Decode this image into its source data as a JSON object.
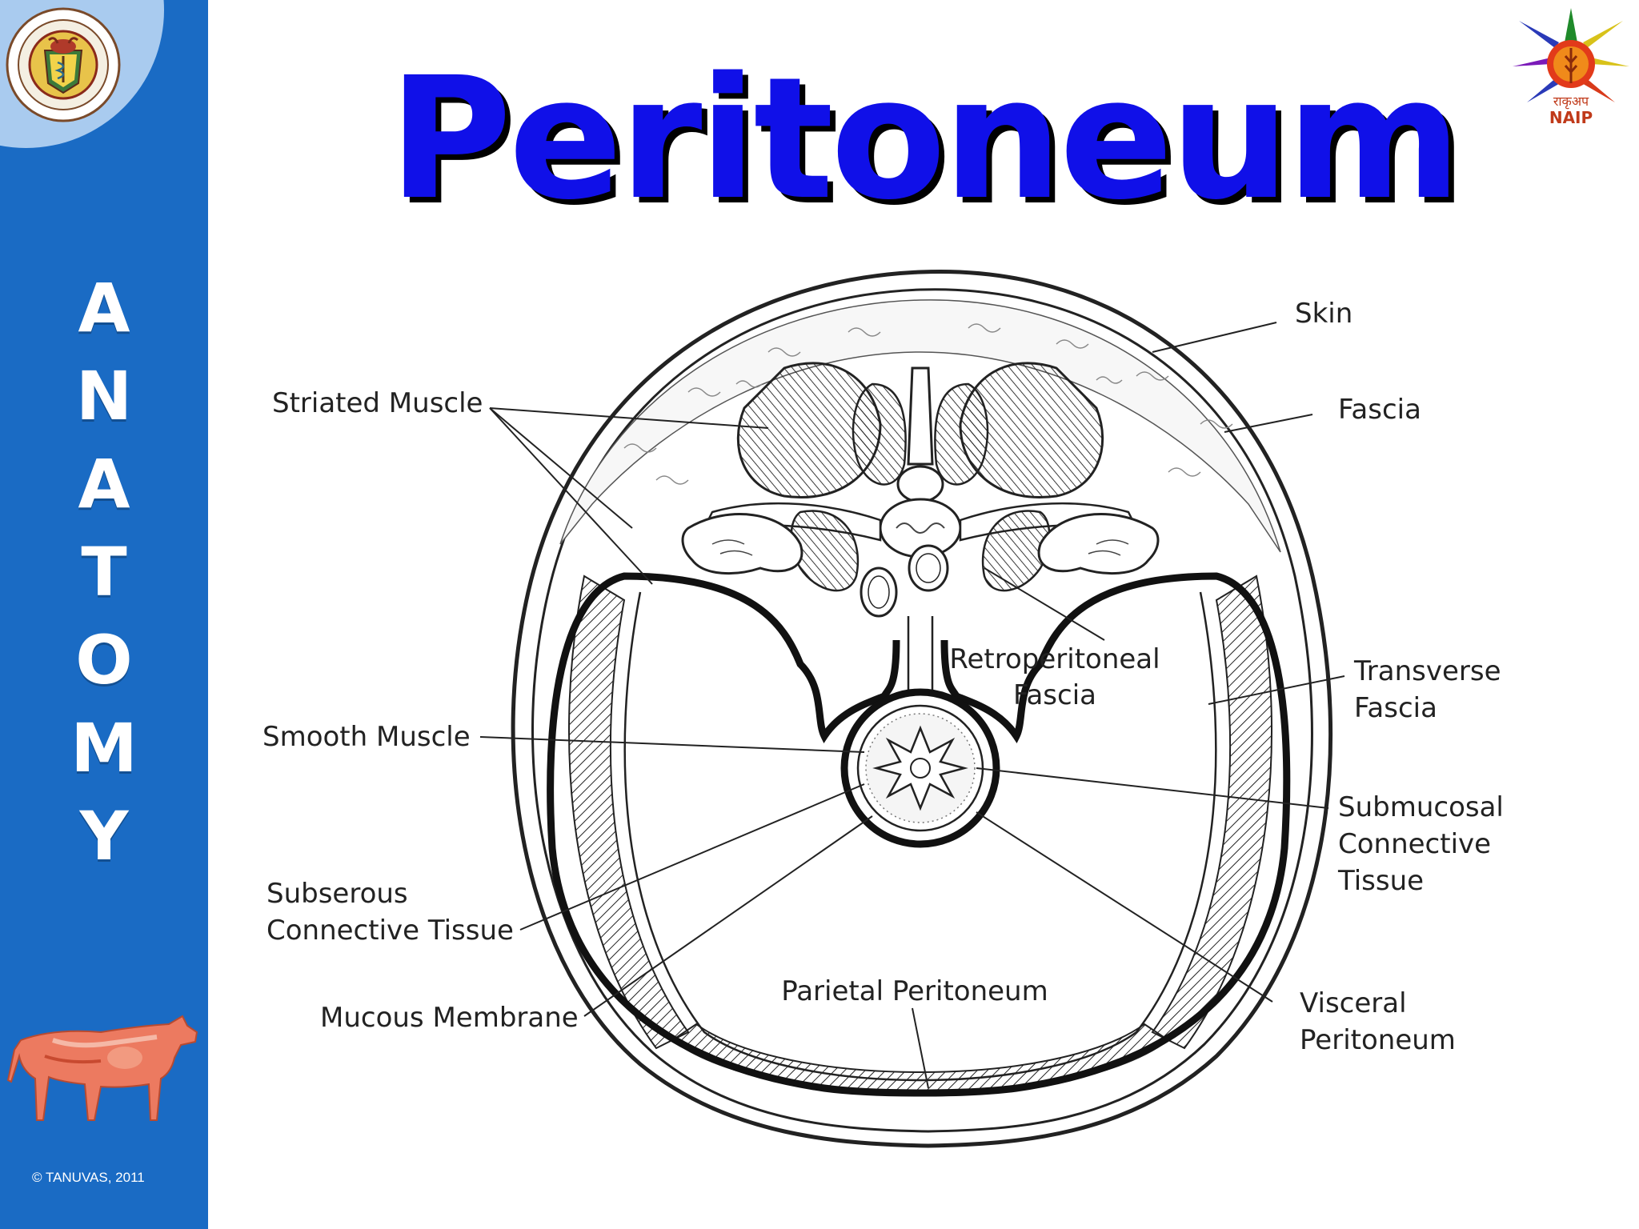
{
  "slide": {
    "title": "Peritoneum",
    "sidebar_word": [
      "A",
      "N",
      "A",
      "T",
      "O",
      "M",
      "Y"
    ],
    "copyright": "© TANUVAS, 2011",
    "naip_logo": {
      "hindi_text": "राकृअप",
      "text": "NAIP"
    }
  },
  "diagram": {
    "labels": {
      "skin": "Skin",
      "fascia": "Fascia",
      "striated_muscle": "Striated Muscle",
      "retroperitoneal_fascia": [
        "Retroperitoneal",
        "Fascia"
      ],
      "transverse_fascia": [
        "Transverse",
        "Fascia"
      ],
      "smooth_muscle": "Smooth Muscle",
      "submucosal_connective_tissue": [
        "Submucosal",
        "Connective",
        "Tissue"
      ],
      "subserous_connective_tissue": [
        "Subserous",
        "Connective Tissue"
      ],
      "parietal_peritoneum": "Parietal Peritoneum",
      "mucous_membrane": "Mucous Membrane",
      "visceral_peritoneum": [
        "Visceral",
        "Peritoneum"
      ]
    }
  },
  "colors": {
    "sidebar": "#1a6bc4",
    "title": "#1010e8",
    "title_shadow": "#000000"
  }
}
